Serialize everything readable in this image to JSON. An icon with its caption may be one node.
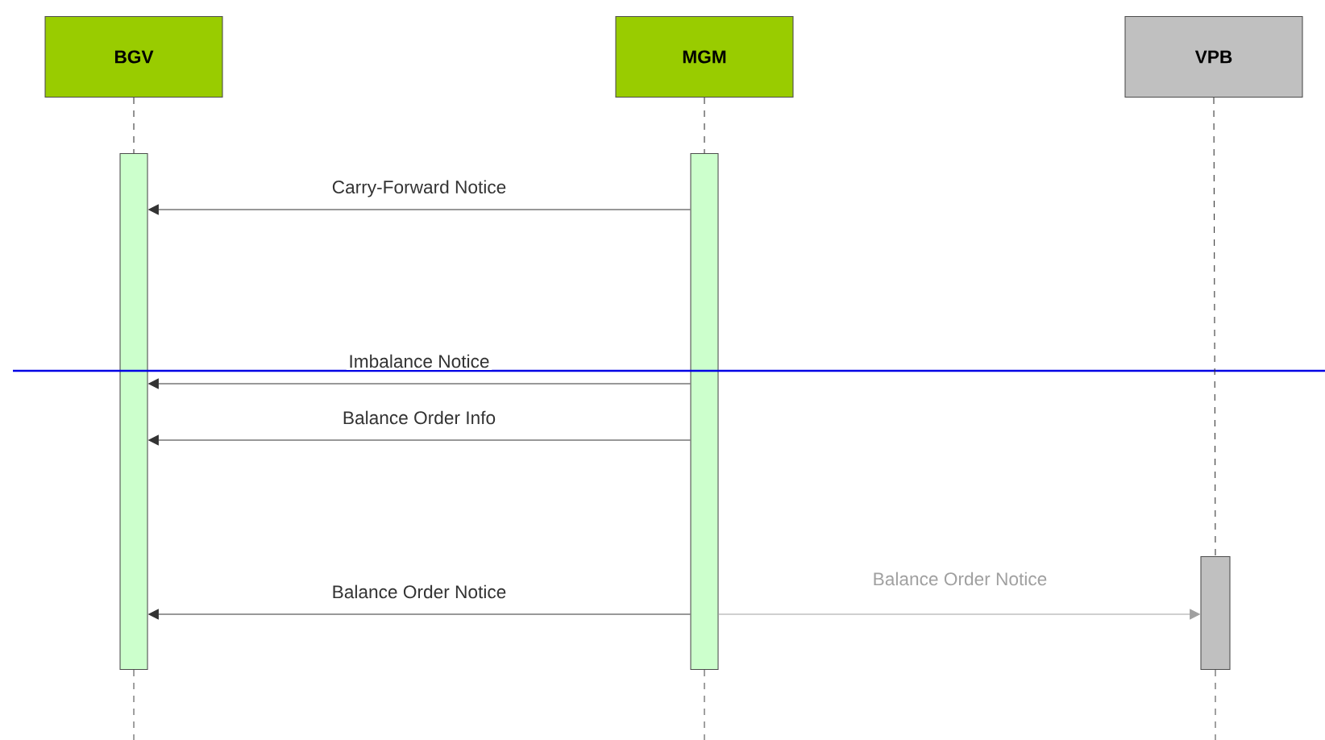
{
  "diagram": {
    "nodes": [
      {
        "text": [
          "BGV"
        ]
      },
      {
        "text": [
          "MGM"
        ]
      },
      {
        "text": [
          "VPB"
        ]
      },
      {
        "text": [],
        "shape": "bar"
      },
      {
        "text": [],
        "shape": "bar"
      },
      {
        "text": [],
        "shape": "bar"
      }
    ],
    "edges": [
      {
        "from": 0,
        "to": 3,
        "arrow": "none",
        "style": "dashed"
      },
      {
        "from": 1,
        "to": 4,
        "arrow": "none",
        "style": "dashed"
      },
      {
        "from": 2,
        "to": 5,
        "arrow": "none",
        "style": "dashed"
      },
      {
        "from": 4,
        "to": 3,
        "arrow": "to",
        "label": "Carry-Forward Notice"
      },
      {
        "from": 4,
        "to": 3,
        "arrow": "to",
        "label": "Imbalance Notice"
      },
      {
        "from": 4,
        "to": 3,
        "arrow": "to",
        "label": "Balance Order Info"
      },
      {
        "from": 4,
        "to": 3,
        "arrow": "to",
        "label": "Balance Order Notice"
      },
      {
        "from": 4,
        "to": 5,
        "arrow": "to",
        "label": "Balance Order Notice",
        "color": "#a0a0a0"
      }
    ]
  }
}
